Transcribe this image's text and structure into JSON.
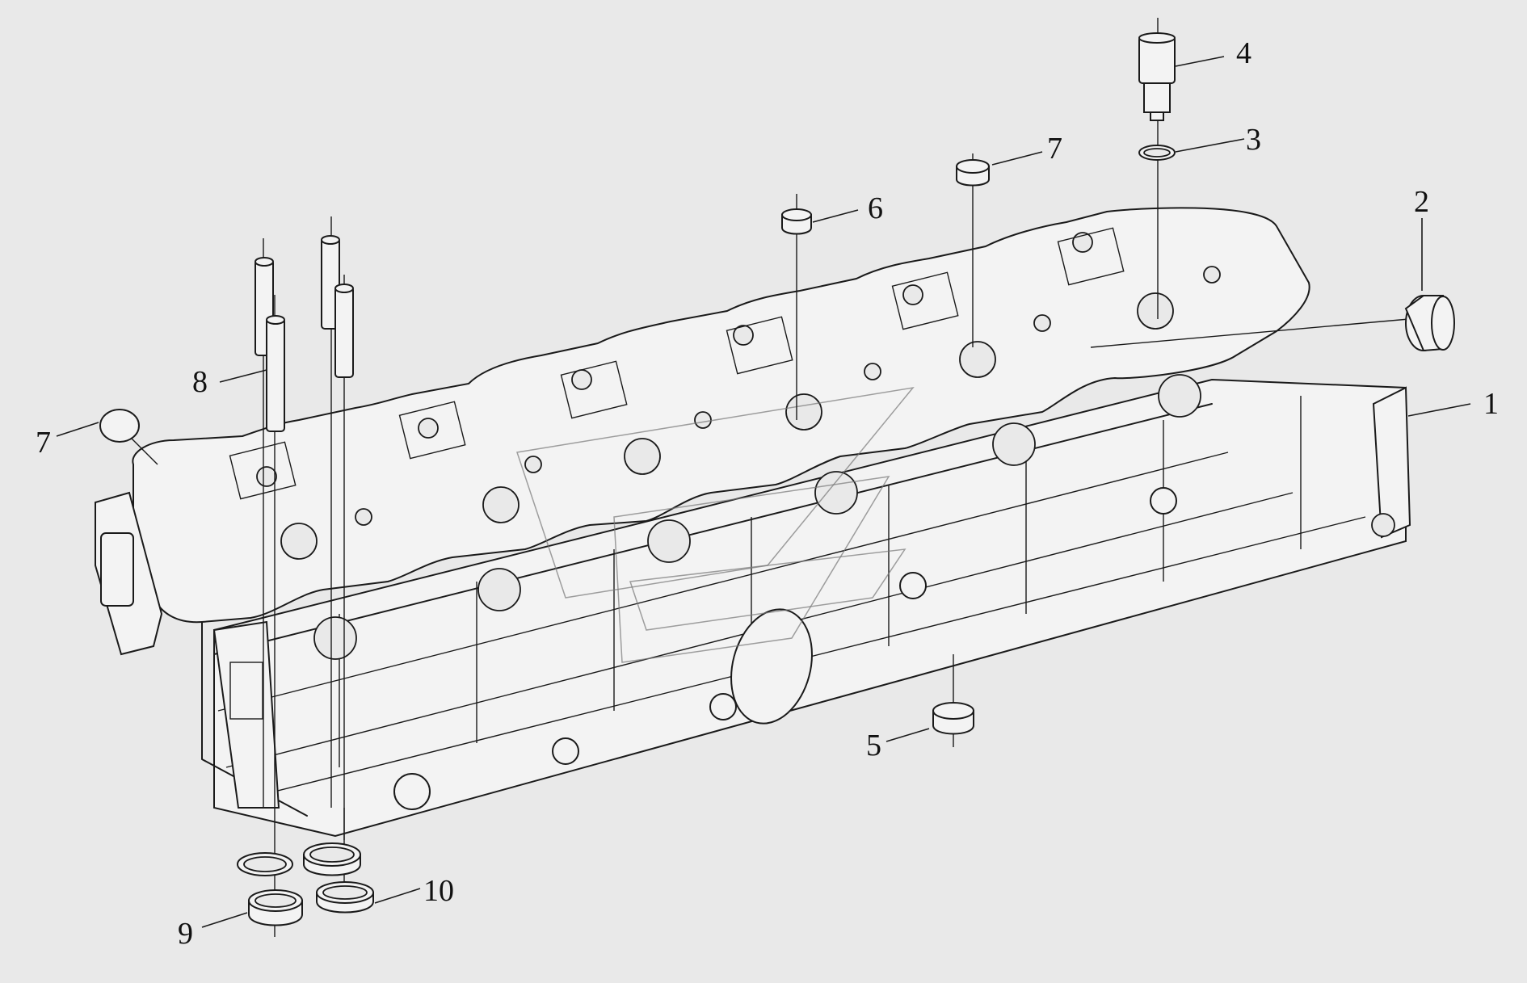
{
  "callouts": [
    {
      "id": "c1",
      "label": "1"
    },
    {
      "id": "c2",
      "label": "2"
    },
    {
      "id": "c3",
      "label": "3"
    },
    {
      "id": "c4",
      "label": "4"
    },
    {
      "id": "c5",
      "label": "5"
    },
    {
      "id": "c6",
      "label": "6"
    },
    {
      "id": "c7a",
      "label": "7"
    },
    {
      "id": "c7b",
      "label": "7"
    },
    {
      "id": "c8",
      "label": "8"
    },
    {
      "id": "c9",
      "label": "9"
    },
    {
      "id": "c10",
      "label": "10"
    }
  ],
  "colors": {
    "background": "#e9e9e9",
    "linework": "#1a1a1a",
    "part_fill": "#f3f3f3"
  }
}
